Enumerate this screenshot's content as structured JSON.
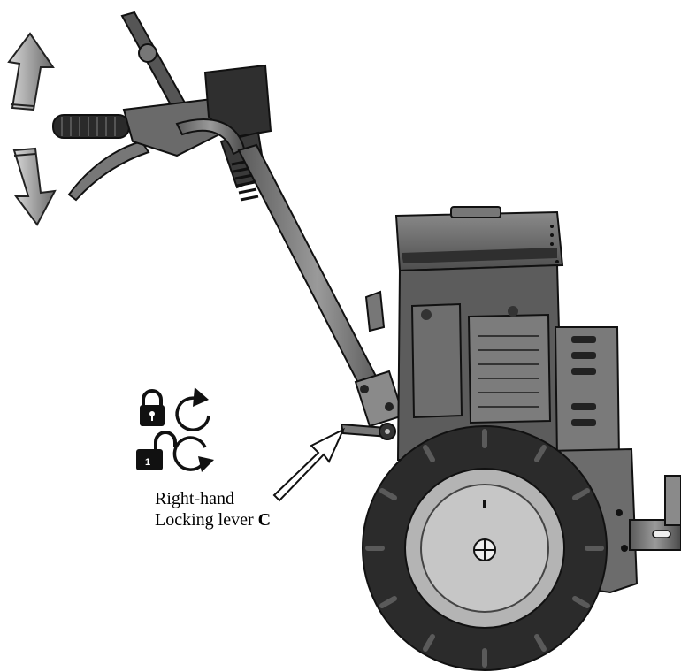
{
  "figure": {
    "caption_line1": "Right-hand",
    "caption_line2_prefix": "Locking lever ",
    "caption_line2_letter": "C"
  },
  "legend": {
    "lock_icon": "lock-closed-icon",
    "lock_rotation_icon": "rotate-clockwise-icon",
    "unlock_icon": "lock-open-icon",
    "unlock_rotation_icon": "rotate-counterclockwise-icon",
    "unlock_badge": "1"
  },
  "colors": {
    "body_dark": "#3a3a3a",
    "body_mid": "#6e6e6e",
    "body_light": "#a8a8a8",
    "tyre": "#2b2b2b",
    "outline": "#111111"
  }
}
